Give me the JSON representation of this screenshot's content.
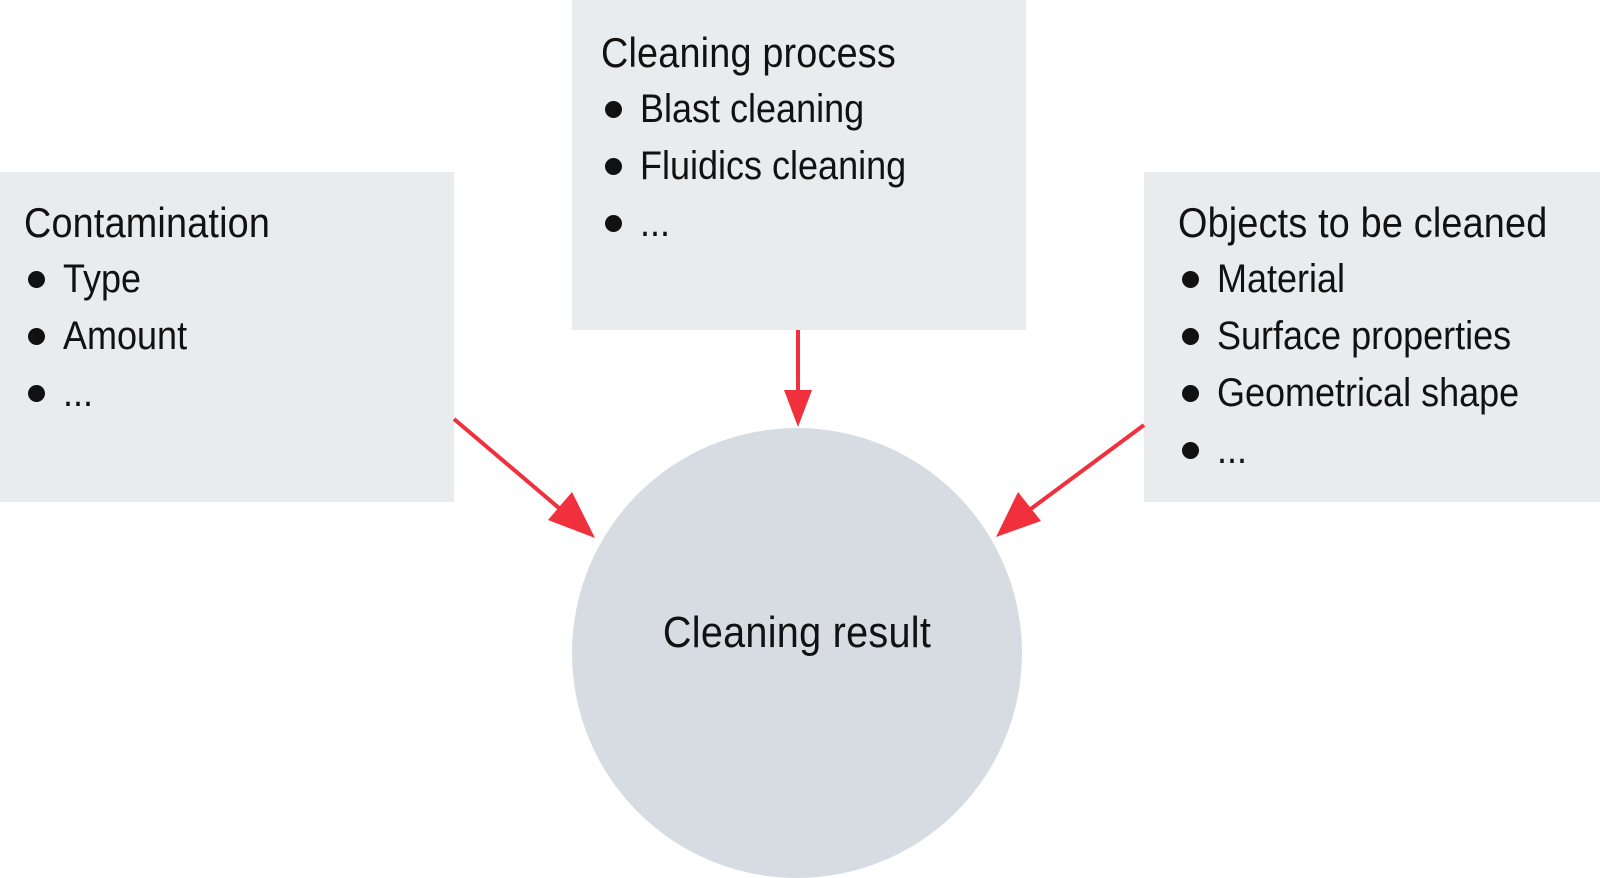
{
  "contamination": {
    "title": "Contamination",
    "items": [
      "Type",
      "Amount",
      "..."
    ]
  },
  "cleaning_process": {
    "title": "Cleaning process",
    "items": [
      "Blast cleaning",
      "Fluidics cleaning",
      "..."
    ]
  },
  "objects": {
    "title": "Objects to be cleaned",
    "items": [
      "Material",
      "Surface properties",
      "Geometrical shape",
      "..."
    ]
  },
  "result": {
    "label": "Cleaning result"
  },
  "colors": {
    "box_fill": "#e8ecee",
    "circle_fill": "#d6dce2",
    "arrow": "#f0303c"
  }
}
